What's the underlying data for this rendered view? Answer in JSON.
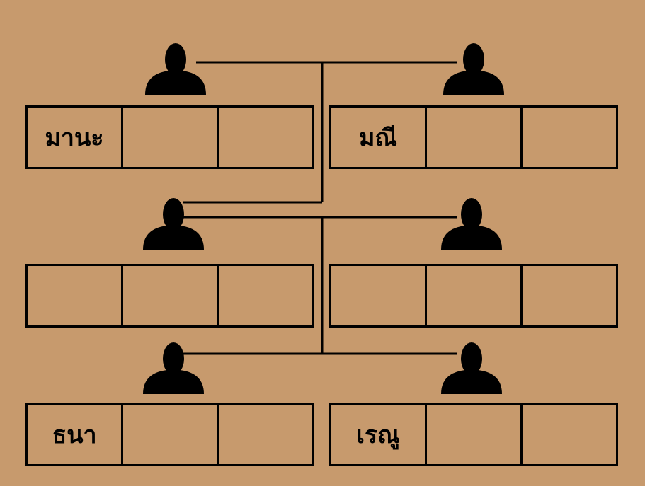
{
  "family_tree": {
    "people": [
      {
        "id": "p1",
        "icon": "person-silhouette-icon",
        "cells": [
          "มานะ",
          "",
          ""
        ]
      },
      {
        "id": "p2",
        "icon": "person-silhouette-icon",
        "cells": [
          "มณี",
          "",
          ""
        ]
      },
      {
        "id": "p3",
        "icon": "person-silhouette-icon",
        "cells": [
          "",
          "",
          ""
        ]
      },
      {
        "id": "p4",
        "icon": "person-silhouette-icon",
        "cells": [
          "",
          "",
          ""
        ]
      },
      {
        "id": "p5",
        "icon": "person-silhouette-icon",
        "cells": [
          "ธนา",
          "",
          ""
        ]
      },
      {
        "id": "p6",
        "icon": "person-silhouette-icon",
        "cells": [
          "เรณู",
          "",
          ""
        ]
      }
    ]
  },
  "colors": {
    "background": "#c79a6d",
    "ink": "#000000"
  }
}
